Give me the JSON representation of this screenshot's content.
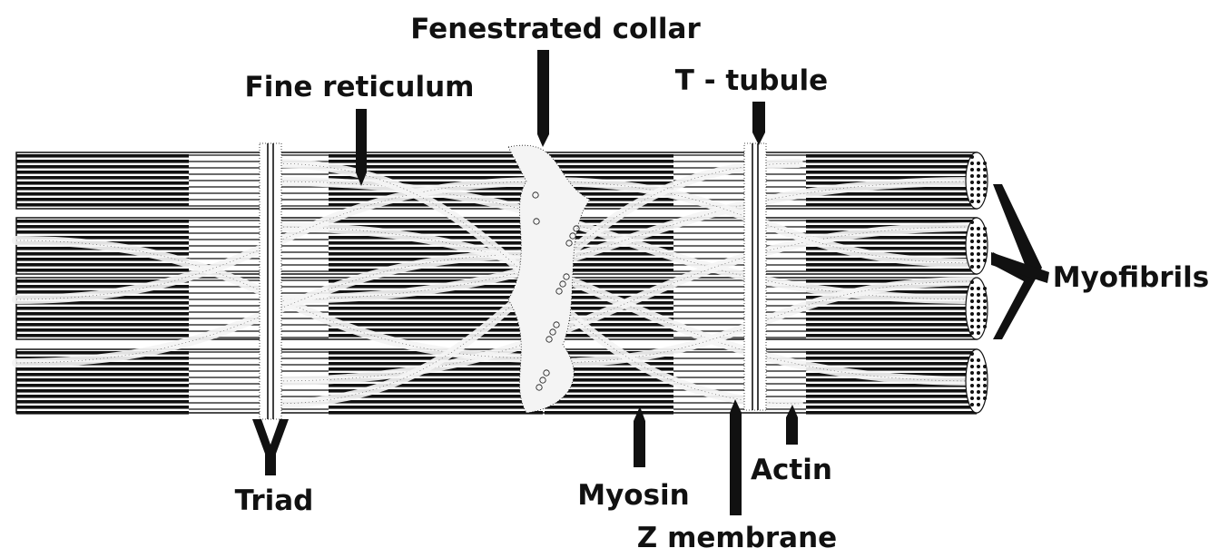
{
  "labels": {
    "fenestrated_collar": "Fenestrated collar",
    "fine_reticulum": "Fine reticulum",
    "t_tubule": "T - tubule",
    "myofibrils": "Myofibrils",
    "triad": "Triad",
    "myosin": "Myosin",
    "actin": "Actin",
    "z_membrane": "Z membrane"
  },
  "colors": {
    "ink": "#111111",
    "paper": "#ffffff",
    "reticulum": "#f4f4f4"
  }
}
